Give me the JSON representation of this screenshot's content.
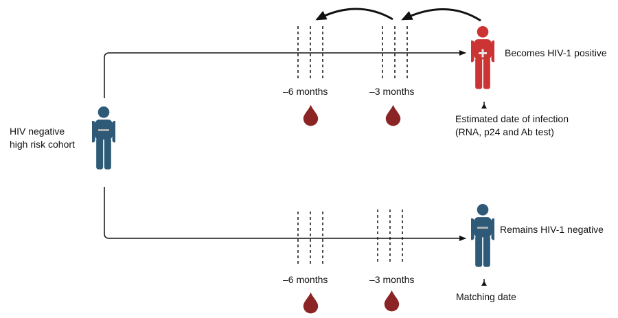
{
  "colors": {
    "negative": "#2e5a78",
    "positive": "#cc3333",
    "blood": "#8b2424",
    "line": "#111111",
    "mark": "#b0b0b0"
  },
  "cohort": {
    "line1": "HIV negative",
    "line2": "high risk cohort",
    "icon": "person-negative-icon"
  },
  "positive_arm": {
    "outcome": "Becomes HIV-1 positive",
    "icon": "person-positive-icon",
    "date_line1": "Estimated date of infection",
    "date_line2": "(RNA, p24 and Ab test)",
    "sample_6m": "–6 months",
    "sample_3m": "–3 months"
  },
  "negative_arm": {
    "outcome": "Remains HIV-1 negative",
    "icon": "person-negative-icon",
    "date_label": "Matching date",
    "sample_6m": "–6 months",
    "sample_3m": "–3 months"
  },
  "icons": [
    "blood-drop-icon",
    "curved-arrow-icon",
    "up-pointer-icon"
  ]
}
